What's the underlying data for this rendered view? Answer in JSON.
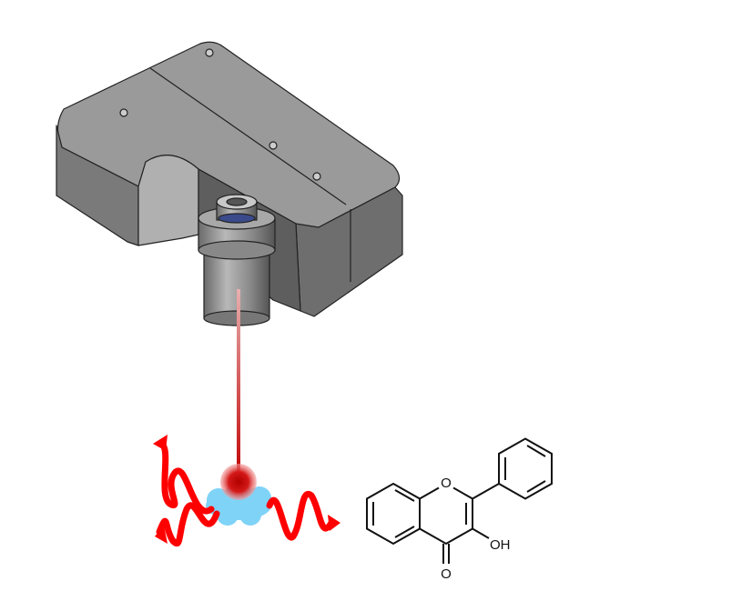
{
  "molecule": {
    "ring_oxygen": "O",
    "hydroxyl": "OH",
    "carbonyl_oxygen": "O"
  },
  "colors": {
    "laser": "#cc0000",
    "wave": "#ff0000",
    "sample": "#7fd3f7",
    "device": "#8a8a8a"
  }
}
